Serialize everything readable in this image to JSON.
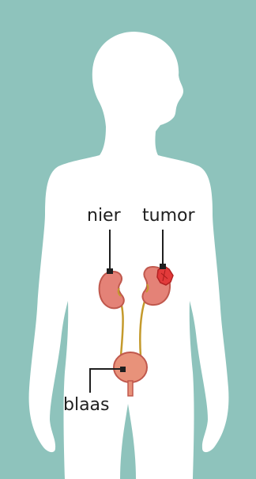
{
  "colors": {
    "background": "#8ec3bc",
    "silhouette": "#ffffff",
    "kidney": "#e48277",
    "kidney_outline": "#c0584d",
    "tumor": "#e23a3a",
    "ureter": "#c49a2c",
    "bladder": "#e8927a",
    "leader": "#1f1f1f"
  },
  "labels": {
    "kidney": "nier",
    "tumor": "tumor",
    "bladder": "blaas"
  },
  "icons": [
    "human-silhouette-icon",
    "kidney-icon",
    "tumor-icon",
    "bladder-icon"
  ]
}
